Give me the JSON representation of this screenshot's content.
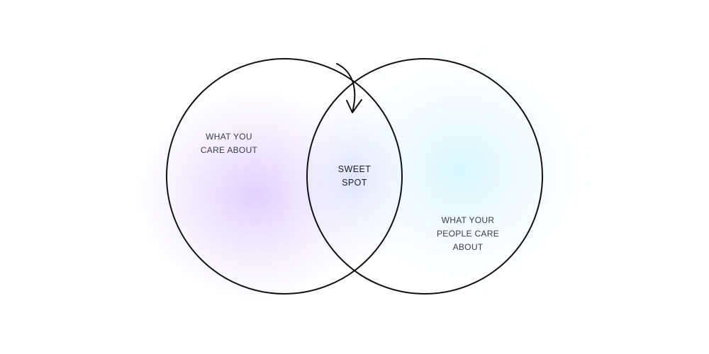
{
  "diagram": {
    "type": "venn",
    "left_circle": {
      "lines": [
        "WHAT YOU",
        "CARE ABOUT"
      ],
      "tint": "#c9a8ff"
    },
    "overlap": {
      "lines": [
        "SWEET",
        "SPOT"
      ],
      "tint": "#c9d2ff"
    },
    "right_circle": {
      "lines": [
        "WHAT YOUR",
        "PEOPLE CARE",
        "ABOUT"
      ],
      "tint": "#b8f0ff"
    },
    "outline_color": "#111111",
    "arrow": "curved-arrow-into-overlap"
  }
}
